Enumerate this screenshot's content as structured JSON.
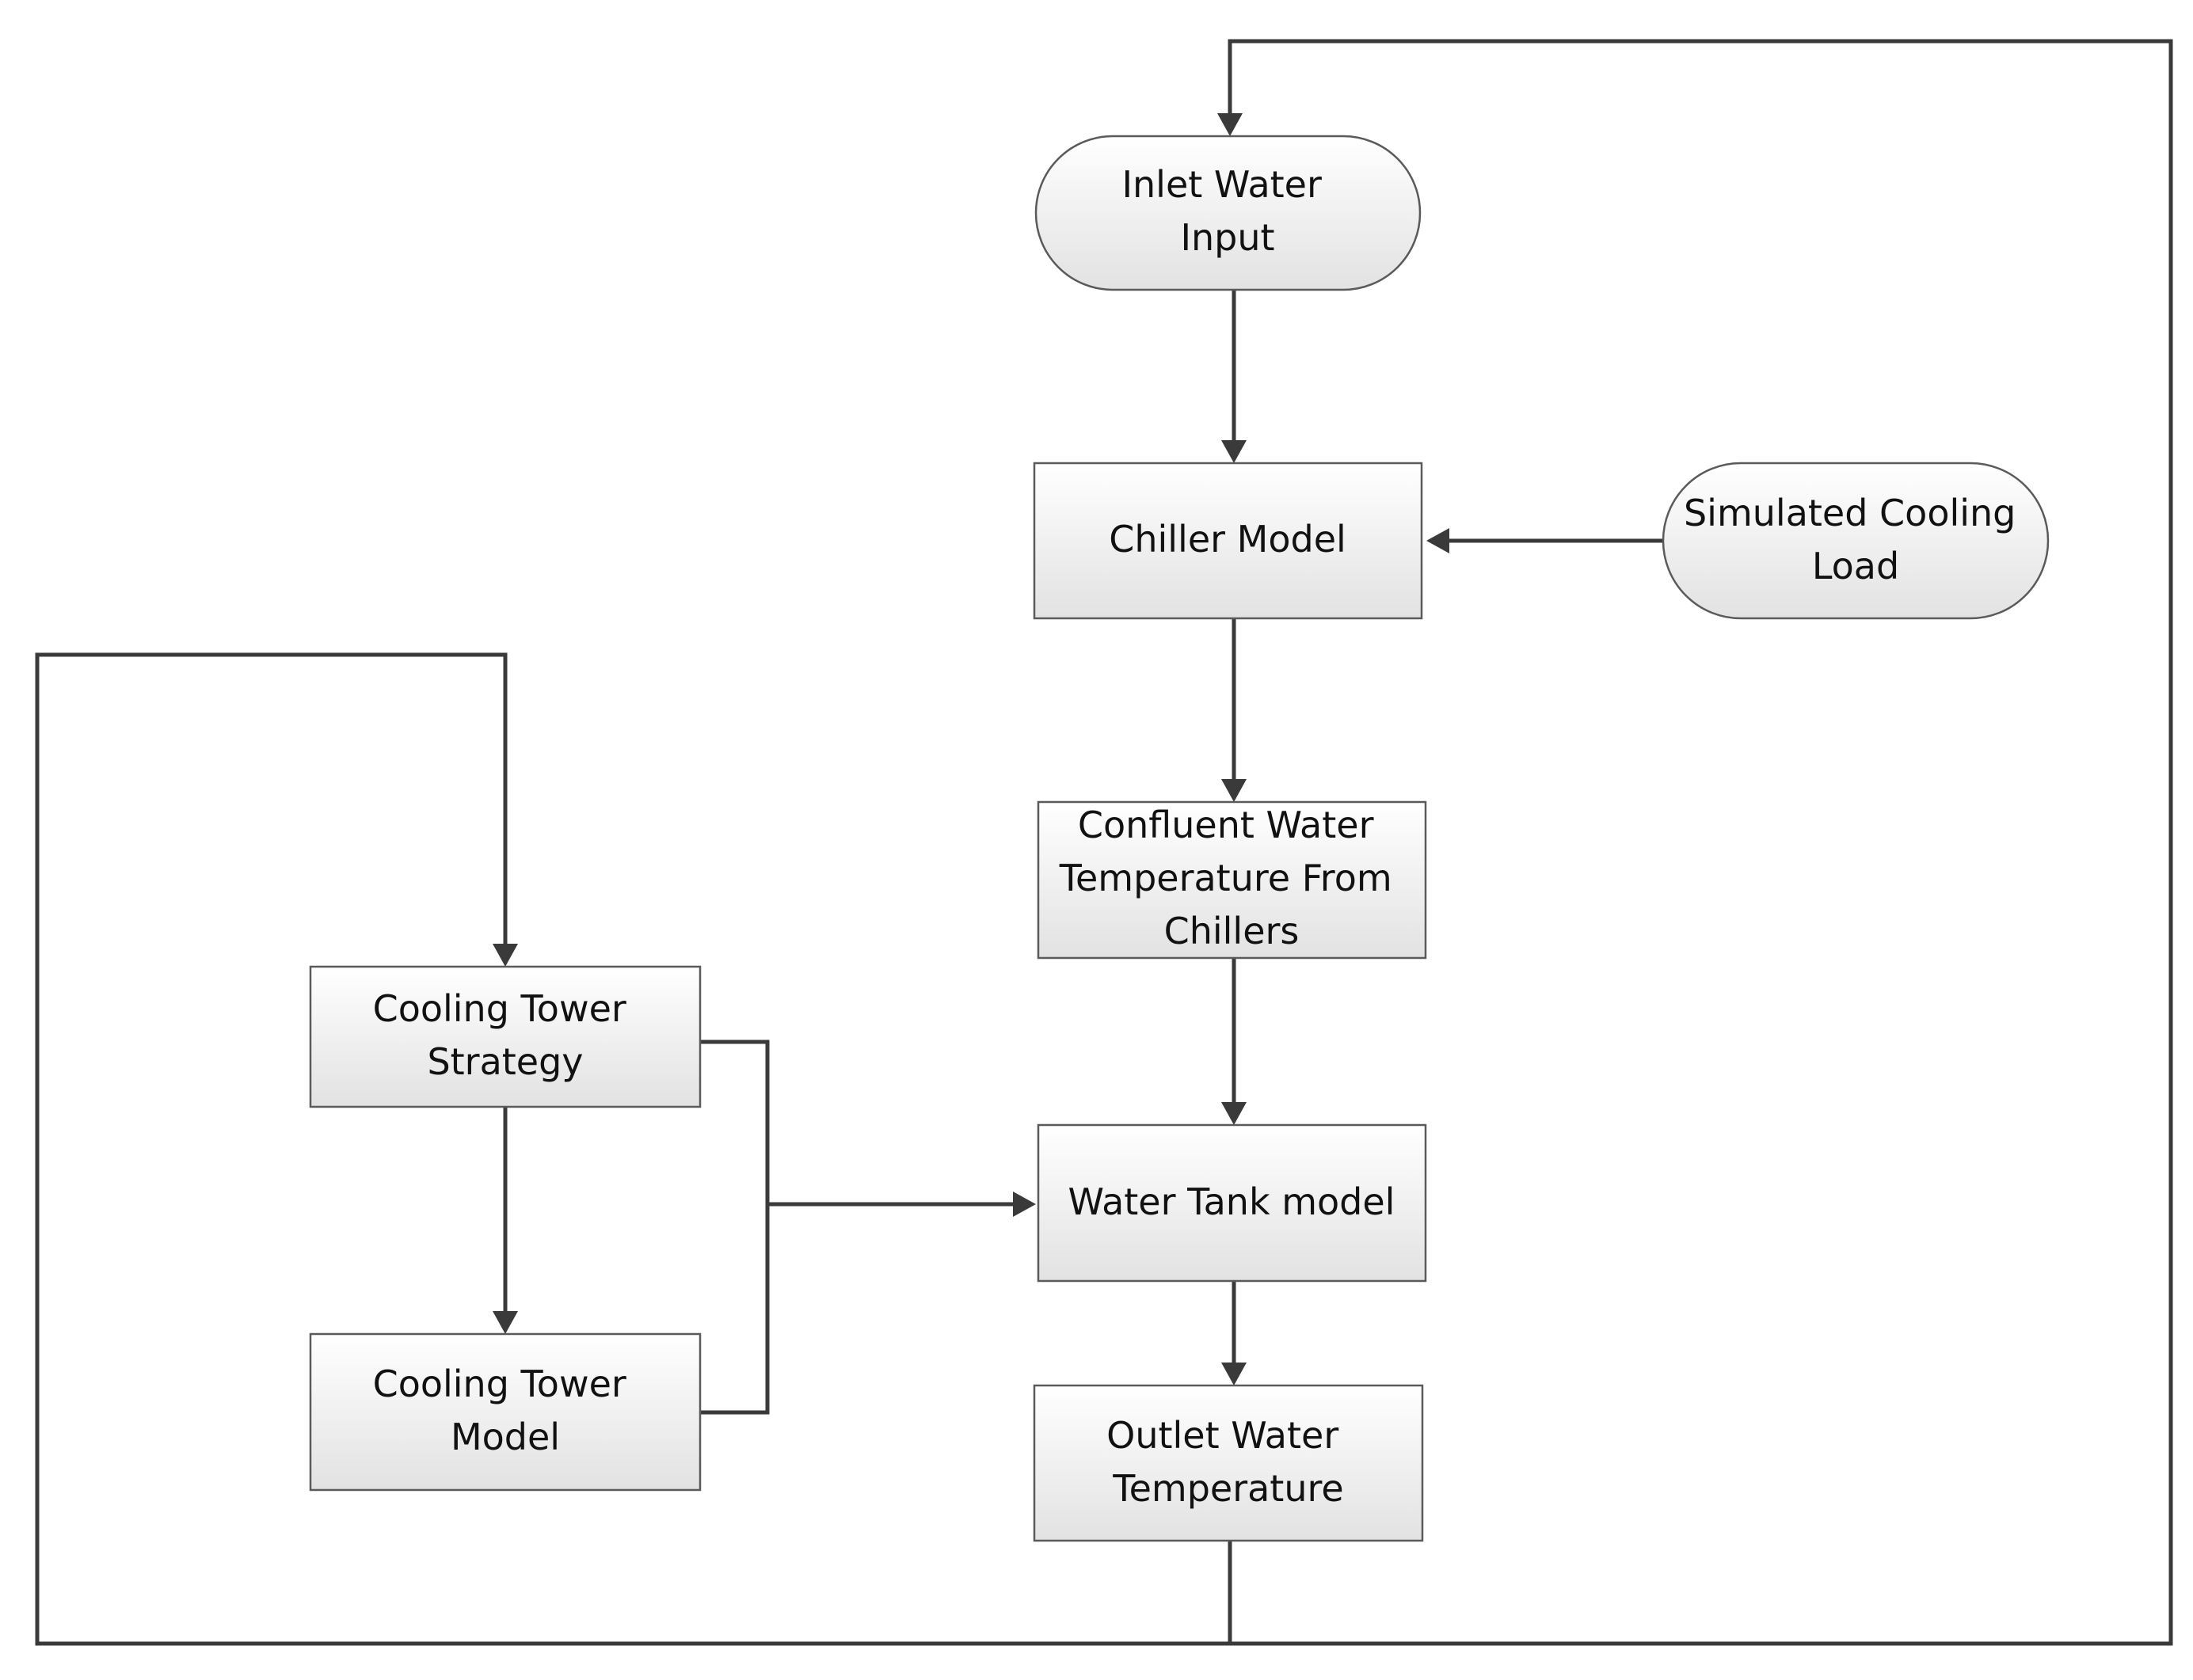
{
  "diagram": {
    "nodes": [
      {
        "id": "inlet_water_input",
        "shape": "terminator",
        "lines": [
          "Inlet Water",
          "Input"
        ]
      },
      {
        "id": "chiller_model",
        "shape": "process",
        "lines": [
          "Chiller Model"
        ]
      },
      {
        "id": "simulated_cooling_load",
        "shape": "terminator",
        "lines": [
          "Simulated Cooling",
          "Load"
        ]
      },
      {
        "id": "confluent_water_temperature",
        "shape": "process",
        "lines": [
          "Confluent Water",
          "Temperature From",
          "Chillers"
        ]
      },
      {
        "id": "cooling_tower_strategy",
        "shape": "process",
        "lines": [
          "Cooling Tower",
          "Strategy"
        ]
      },
      {
        "id": "water_tank_model",
        "shape": "process",
        "lines": [
          "Water Tank model"
        ]
      },
      {
        "id": "cooling_tower_model",
        "shape": "process",
        "lines": [
          "Cooling Tower",
          "Model"
        ]
      },
      {
        "id": "outlet_water_temperature",
        "shape": "process",
        "lines": [
          "Outlet Water",
          "Temperature"
        ]
      }
    ],
    "edges": [
      {
        "from": "inlet_water_input",
        "to": "chiller_model"
      },
      {
        "from": "simulated_cooling_load",
        "to": "chiller_model"
      },
      {
        "from": "chiller_model",
        "to": "confluent_water_temperature"
      },
      {
        "from": "confluent_water_temperature",
        "to": "water_tank_model"
      },
      {
        "from": "cooling_tower_strategy",
        "to": "cooling_tower_model"
      },
      {
        "from": "cooling_tower_strategy",
        "to": "water_tank_model"
      },
      {
        "from": "cooling_tower_model",
        "to": "water_tank_model"
      },
      {
        "from": "water_tank_model",
        "to": "outlet_water_temperature"
      },
      {
        "from": "outlet_water_temperature",
        "to": "inlet_water_input"
      },
      {
        "from": "outlet_water_temperature",
        "to": "cooling_tower_strategy"
      }
    ],
    "colors": {
      "node_fill_top": "#ffffff",
      "node_fill_bottom": "#e2e2e2",
      "node_border": "#5a5a5a",
      "connector": "#3a3a3a",
      "text": "#111111"
    }
  }
}
